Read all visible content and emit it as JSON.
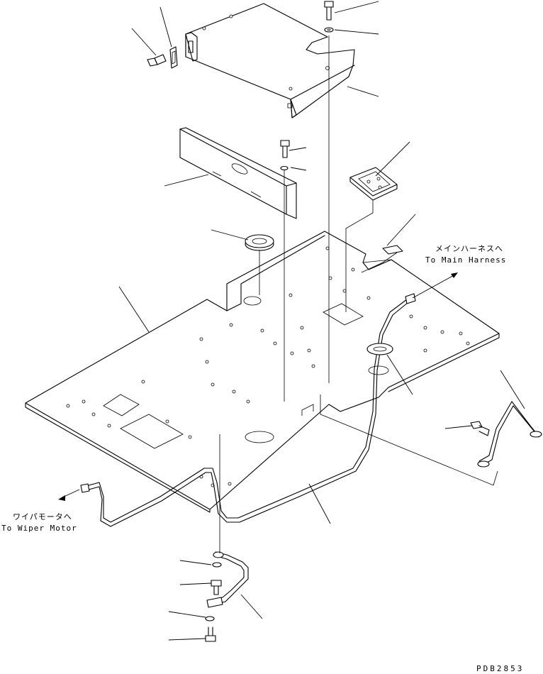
{
  "labels": {
    "main_harness_jp": "メインハーネスへ",
    "main_harness_en": "To Main Harness",
    "wiper_jp": "ワイパモータへ",
    "wiper_en": "To Wiper Motor"
  },
  "drawing_code": "PDB2853",
  "colors": {
    "line": "#000000",
    "background": "#ffffff"
  }
}
